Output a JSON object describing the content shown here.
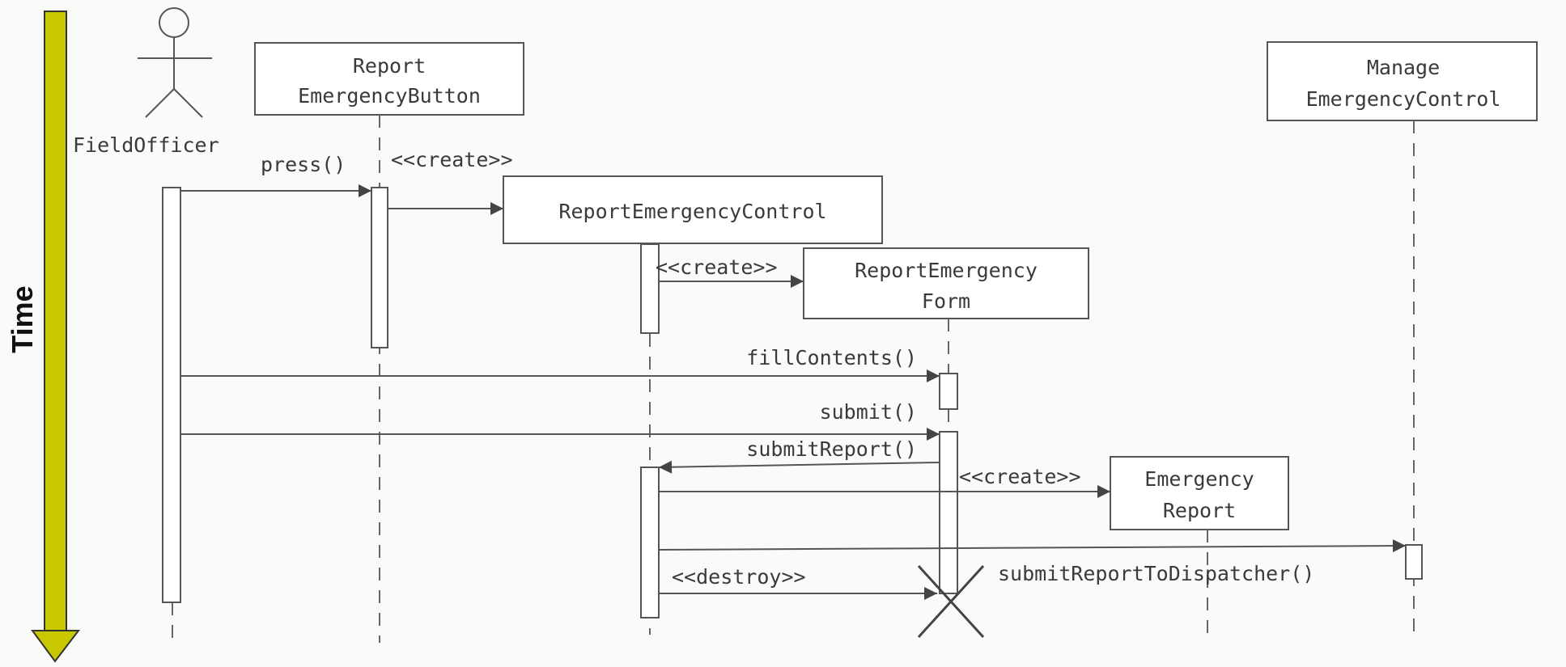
{
  "time_axis": {
    "label": "Time",
    "color": "#c8c800"
  },
  "actor": {
    "name": "FieldOfficer"
  },
  "objects": {
    "report_button": {
      "line1": "Report",
      "line2": "EmergencyButton"
    },
    "report_control": {
      "label": "ReportEmergencyControl"
    },
    "report_form": {
      "line1": "ReportEmergency",
      "line2": "Form"
    },
    "emergency_report": {
      "line1": "Emergency",
      "line2": "Report"
    },
    "manage_control": {
      "line1": "Manage",
      "line2": "EmergencyControl"
    }
  },
  "messages": {
    "press": "press()",
    "create_control": "<<create>>",
    "create_form": "<<create>>",
    "fill_contents": "fillContents()",
    "submit": "submit()",
    "submit_report": "submitReport()",
    "create_report": "<<create>>",
    "destroy": "<<destroy>>",
    "submit_to_dispatcher": "submitReportToDispatcher()"
  }
}
